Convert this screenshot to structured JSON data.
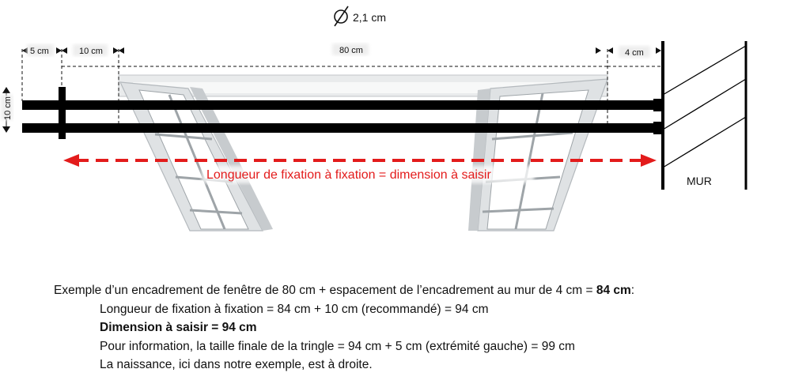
{
  "diagram": {
    "diameter_label": "2,1 cm",
    "dimensions": {
      "left_finial": "5 cm",
      "left_bracket_offset": "10 cm",
      "window_width": "80 cm",
      "wall_gap": "4 cm",
      "rod_spacing": "10 cm"
    },
    "fixation_label": "Longueur de fixation à fixation = dimension à saisir",
    "wall_label": "MUR",
    "colors": {
      "rod": "#000000",
      "arrow": "#e31b1b",
      "frame": "#c9cdd0"
    }
  },
  "explanation": {
    "line1_text": "Exemple d’un encadrement de fenêtre de 80 cm + espacement de l’encadrement au mur de 4 cm = ",
    "line1_bold": "84 cm",
    "line1_end": ":",
    "line2": "Longueur de fixation à fixation  = 84 cm + 10 cm (recommandé) = 94 cm",
    "line3": "Dimension à saisir = 94 cm",
    "line4": "Pour information, la taille finale de la tringle = 94 cm + 5 cm (extrémité gauche) = 99 cm",
    "line5": "La naissance, ici dans notre exemple, est à droite."
  }
}
